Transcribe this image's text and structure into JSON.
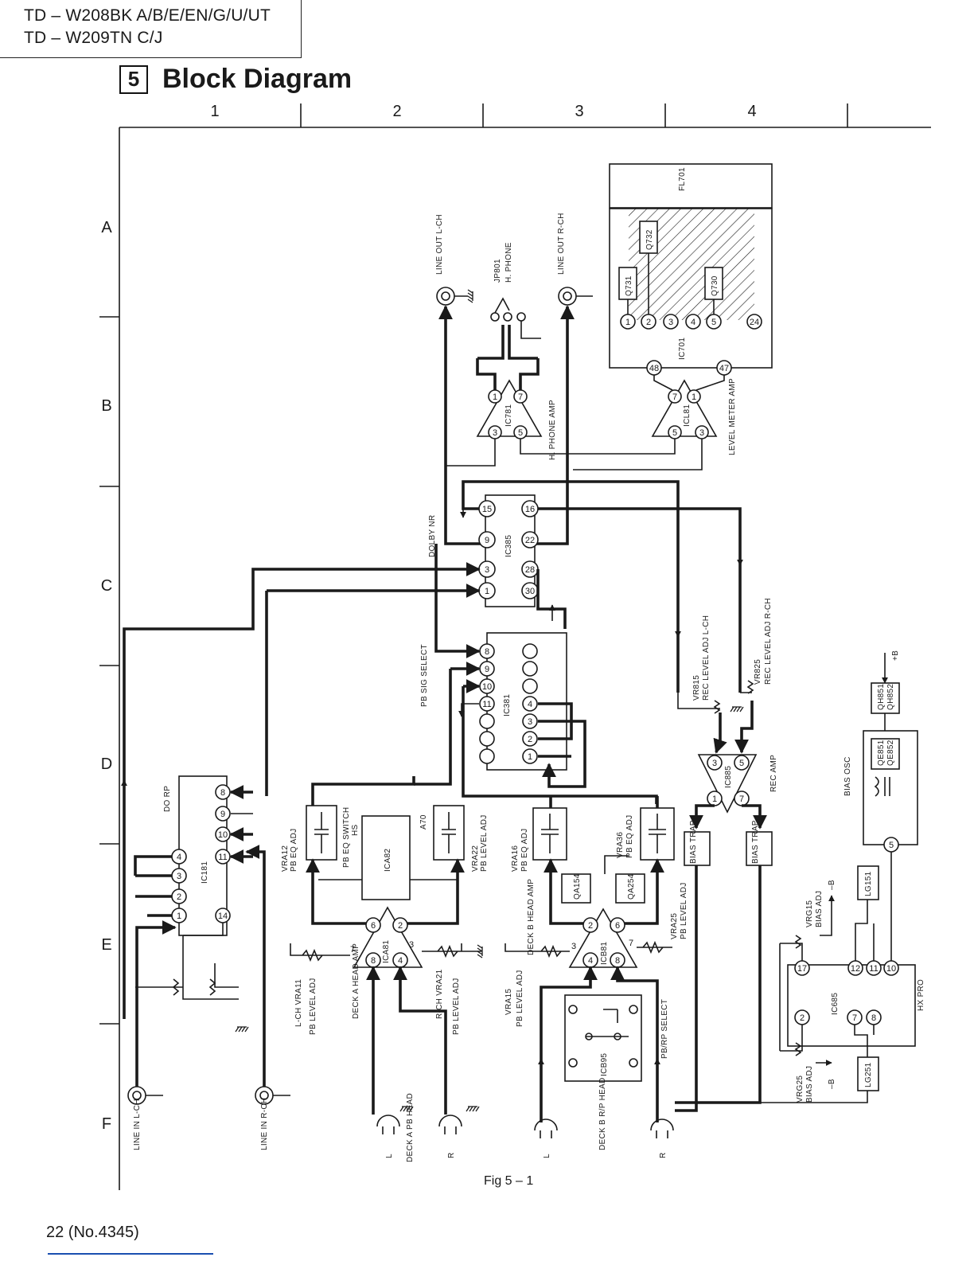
{
  "header": {
    "model_line_1": "TD – W208BK A/B/E/EN/G/U/UT",
    "model_line_2": "TD – W209TN C/J"
  },
  "section": {
    "number": "5",
    "title": "Block Diagram"
  },
  "grid": {
    "columns": [
      "1",
      "2",
      "3",
      "4"
    ],
    "rows": [
      "A",
      "B",
      "C",
      "D",
      "E",
      "F"
    ]
  },
  "diagram": {
    "blocks": {
      "fl701": "FL701",
      "q731": "Q731",
      "q732": "Q732",
      "q730": "Q730",
      "ic701": "IC701",
      "ic781": "IC781",
      "icl81": "ICL81",
      "ic385": "IC385",
      "ic381": "IC381",
      "ic181": "IC181",
      "ica82": "ICA82",
      "ica81": "ICA81",
      "icb81": "ICB81",
      "qa154": "QA154",
      "qa254": "QA254",
      "icb95": "ICB95",
      "ic685": "IC685",
      "ic885": "IC885",
      "lg151": "LG151",
      "lg251": "LG251",
      "bias_trap_1": "BIAS TRAP",
      "bias_trap_2": "BIAS TRAP",
      "qe851": "QE851",
      "qe852": "QE852",
      "qh851": "QH851",
      "qh852": "QH852"
    },
    "labels": {
      "line_out_l": "LINE OUT L-CH",
      "line_out_r": "LINE OUT R-CH",
      "jp801": "JP801",
      "h_phone": "H. PHONE",
      "h_phone_amp": "H. PHONE AMP",
      "level_meter_amp": "LEVEL METER AMP",
      "dolby_nr": "DOLBY NR",
      "pb_sig_select": "PB SIG SELECT",
      "do_rp": "DO RP",
      "vra12": "VRA12",
      "pb_eq_adj_1": "PB EQ ADJ",
      "pb_eq_switch": "PB EQ SWITCH",
      "hs": "HS",
      "a70": "A70",
      "vra22": "VRA22",
      "pb_level_adj_1": "PB LEVEL ADJ",
      "vra16": "VRA16",
      "pb_eq_adj_2": "PB EQ ADJ",
      "vra36": "VRA36",
      "pb_eq_adj_3": "PB EQ ADJ",
      "vra25": "VRA25",
      "pb_level_adj_2": "PB LEVEL ADJ",
      "deck_b_head_amp": "DECK B HEAD AMP",
      "vra15": "VRA15",
      "pb_level_adj_3": "PB LEVEL ADJ",
      "pb_rp_select": "PB/RP SELECT",
      "l_ch_vra11": "L-CH VRA11",
      "pb_level_adj_4": "PB LEVEL ADJ",
      "deck_a_head_amp": "DECK A HEAD AMP",
      "r_ch_vra21": "R-CH VRA21",
      "pb_level_adj_5": "PB LEVEL ADJ",
      "vr815": "VR815",
      "rec_level_adj_l": "REC LEVEL ADJ L-CH",
      "vr825": "VR825",
      "rec_level_adj_r": "REC LEVEL ADJ R-CH",
      "rec_amp": "REC AMP",
      "bias_osc": "BIAS OSC",
      "plus_b": "+B",
      "minus_b_1": "–B",
      "minus_b_2": "–B",
      "vrg15": "VRG15",
      "bias_adj_1": "BIAS ADJ",
      "vrg25": "VRG25",
      "bias_adj_2": "BIAS ADJ",
      "hx_pro": "HX PRO",
      "line_in_l": "LINE IN L-CH",
      "line_in_r": "LINE IN R-CH",
      "deck_a_pb_head": "DECK A PB HEAD",
      "deck_b_rp_head": "DECK B R/P HEAD",
      "l": "L",
      "r": "R"
    }
  },
  "caption": "Fig 5 – 1",
  "footer": "22 (No.4345)"
}
